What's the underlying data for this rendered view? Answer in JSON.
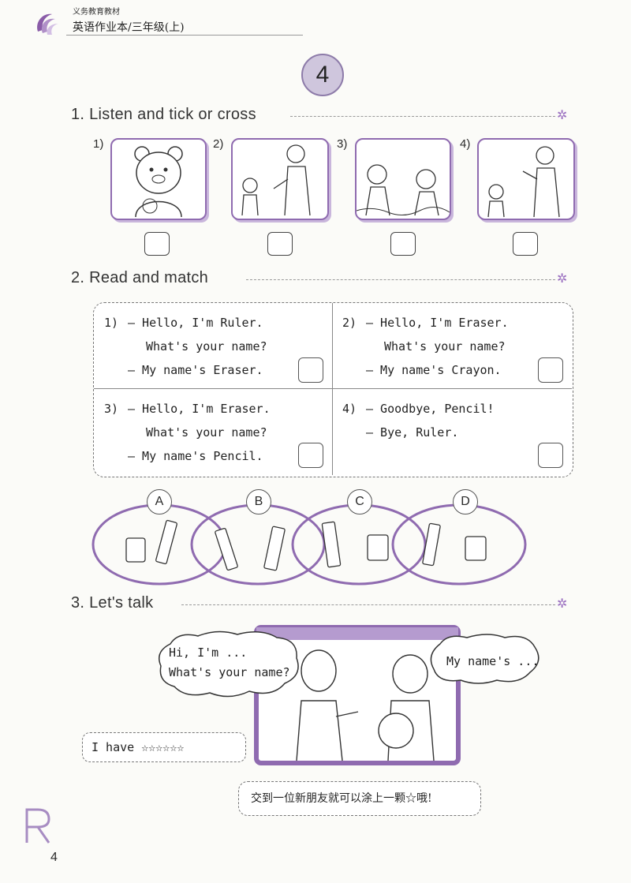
{
  "header": {
    "series_label": "义务教育教材",
    "book_title": "英语作业本/三年级(上)"
  },
  "unit_number": "4",
  "section1": {
    "title": "1. Listen and tick or cross",
    "items": [
      {
        "label": "1)",
        "picture": "teddy-bear"
      },
      {
        "label": "2)",
        "picture": "boy-and-woman"
      },
      {
        "label": "3)",
        "picture": "two-girls"
      },
      {
        "label": "4)",
        "picture": "boy-and-woman-waving"
      }
    ]
  },
  "section2": {
    "title": "2. Read and match",
    "dialogues": [
      {
        "label": "1)",
        "lines": [
          "— Hello, I'm Ruler.",
          "What's your name?",
          "— My name's Eraser."
        ]
      },
      {
        "label": "2)",
        "lines": [
          "— Hello, I'm Eraser.",
          "What's your name?",
          "— My name's Crayon."
        ]
      },
      {
        "label": "3)",
        "lines": [
          "— Hello, I'm Eraser.",
          "What's your name?",
          "— My name's Pencil."
        ]
      },
      {
        "label": "4)",
        "lines": [
          "— Goodbye, Pencil!",
          "— Bye, Ruler."
        ]
      }
    ],
    "options": [
      "A",
      "B",
      "C",
      "D"
    ]
  },
  "section3": {
    "title": "3. Let's talk",
    "bubble_left": [
      "Hi, I'm ...",
      "What's your name?"
    ],
    "bubble_right": "My name's ...",
    "have_label": "I have ☆☆☆☆☆☆",
    "note": "交到一位新朋友就可以涂上一颗☆哦!"
  },
  "colors": {
    "accent": "#8a5ca8",
    "frame": "#8f6bb0"
  },
  "page_number": "4"
}
